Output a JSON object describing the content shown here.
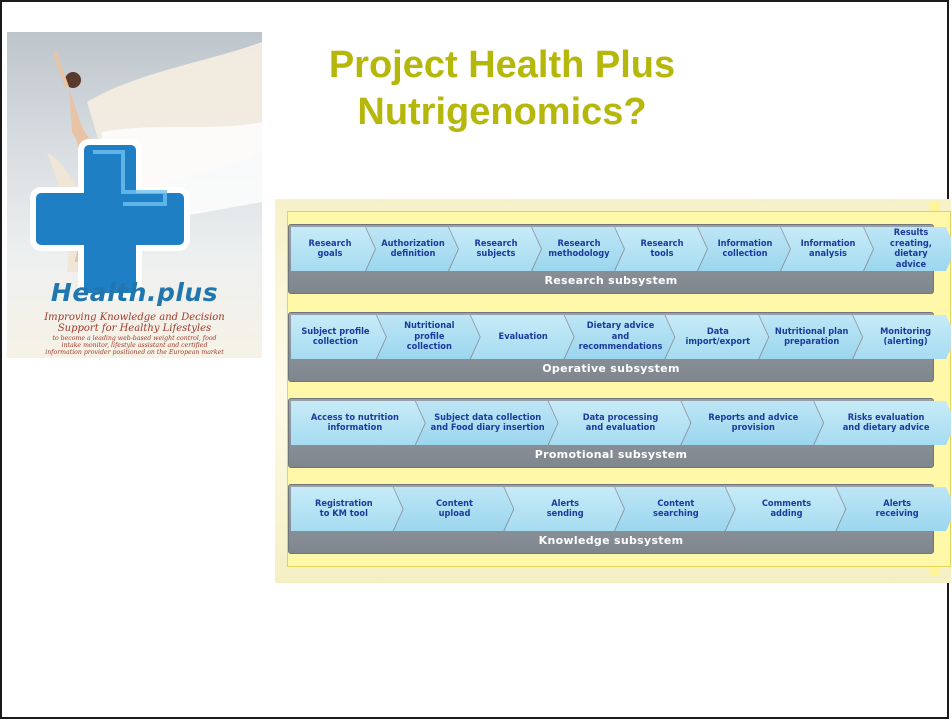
{
  "title": {
    "line1": "Project Health Plus",
    "line2": "Nutrigenomics?"
  },
  "poster": {
    "brand": "Health.plus",
    "tagline_1": "Improving Knowledge and Decision",
    "tagline_2": "Support for Healthy Lifestyles",
    "small_1": "to become a leading web-based weight control, food",
    "small_2": "intake monitor, lifestyle assistant and certified",
    "small_3": "information provider positioned on the European market"
  },
  "diagram": {
    "subsystems": [
      {
        "name": "Research subsystem",
        "steps": [
          "Research\ngoals",
          "Authorization\ndefinition",
          "Research\nsubjects",
          "Research\nmethodology",
          "Research\ntools",
          "Information\ncollection",
          "Information\nanalysis",
          "Results creating,\ndietary advice"
        ]
      },
      {
        "name": "Operative subsystem",
        "steps": [
          "Subject profile\ncollection",
          "Nutritional profile\ncollection",
          "Evaluation",
          "Dietary advice\nand recommendations",
          "Data\nimport/export",
          "Nutritional plan\npreparation",
          "Monitoring\n(alerting)"
        ]
      },
      {
        "name": "Promotional subsystem",
        "steps": [
          "Access to nutrition\ninformation",
          "Subject data collection\nand Food diary insertion",
          "Data processing\nand evaluation",
          "Reports and advice\nprovision",
          "Risks evaluation\nand dietary advice"
        ]
      },
      {
        "name": "Knowledge subsystem",
        "steps": [
          "Registration\nto KM tool",
          "Content\nupload",
          "Alerts\nsending",
          "Content\nsearching",
          "Comments\nadding",
          "Alerts\nreceiving"
        ]
      }
    ]
  },
  "colors": {
    "title": "#b5b80a",
    "step_text": "#1b3a9c",
    "step_fill": "#b4e2f5",
    "frame": "#fff8a8",
    "subsystem_bar": "#8a9099"
  }
}
